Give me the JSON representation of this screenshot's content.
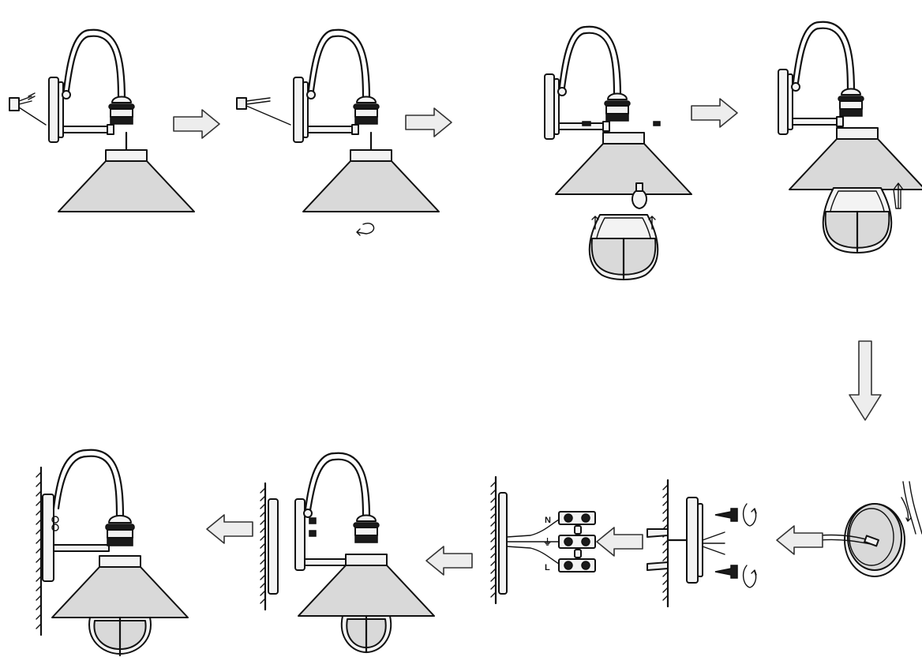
{
  "terminal_labels": {
    "neutral": "N",
    "earth": "⏚",
    "live": "L"
  },
  "steps": [
    {
      "id": 1,
      "content": "lamp-with-connector-and-detached-shade"
    },
    {
      "id": 2,
      "content": "lamp-with-shade-rotate-ccw"
    },
    {
      "id": 3,
      "content": "shade-with-bulb-and-glass-cover-removed"
    },
    {
      "id": 4,
      "content": "glass-cover-push-up"
    },
    {
      "id": 5,
      "content": "wall-box-with-cable"
    },
    {
      "id": 6,
      "content": "backplate-fixed-with-screws"
    },
    {
      "id": 7,
      "content": "terminal-block-wiring"
    },
    {
      "id": 8,
      "content": "lamp-mounted-to-backplate"
    },
    {
      "id": 9,
      "content": "assembled-lamp-on-wall"
    }
  ],
  "colors": {
    "line": "#111111",
    "fill_shade": "#d9d9d9",
    "arrow_fill": "#ededed"
  }
}
